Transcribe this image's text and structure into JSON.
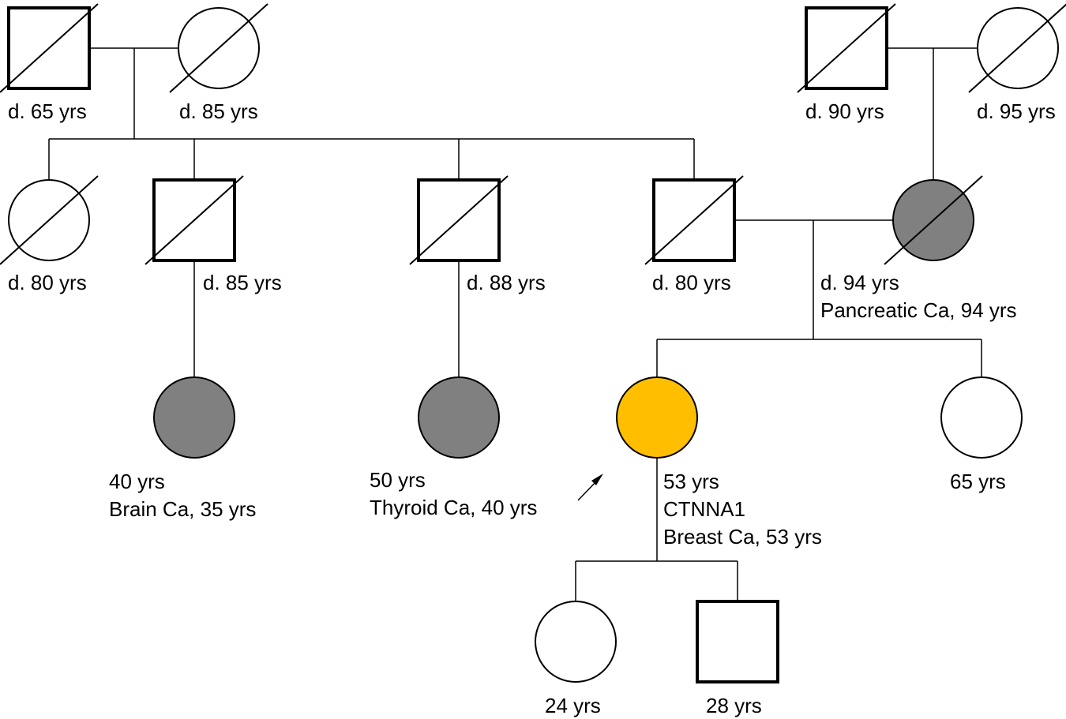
{
  "colors": {
    "unaffected": "#ffffff",
    "affected": "#808080",
    "proband": "#ffbf00",
    "stroke": "#000000"
  },
  "individuals": {
    "pgf": {
      "sex": "male",
      "deceased": true,
      "status": "unaffected",
      "labels": [
        "d. 65 yrs"
      ]
    },
    "pgm": {
      "sex": "female",
      "deceased": true,
      "status": "unaffected",
      "labels": [
        "d. 85 yrs"
      ]
    },
    "mgf": {
      "sex": "male",
      "deceased": true,
      "status": "unaffected",
      "labels": [
        "d. 90 yrs"
      ]
    },
    "mgm": {
      "sex": "female",
      "deceased": true,
      "status": "unaffected",
      "labels": [
        "d. 95 yrs"
      ]
    },
    "aunt": {
      "sex": "female",
      "deceased": true,
      "status": "unaffected",
      "labels": [
        "d. 80 yrs"
      ]
    },
    "uncle1": {
      "sex": "male",
      "deceased": true,
      "status": "unaffected",
      "labels": [
        "d. 85 yrs"
      ]
    },
    "uncle2": {
      "sex": "male",
      "deceased": true,
      "status": "unaffected",
      "labels": [
        "d. 88 yrs"
      ]
    },
    "father": {
      "sex": "male",
      "deceased": true,
      "status": "unaffected",
      "labels": [
        "d. 80 yrs"
      ]
    },
    "mother": {
      "sex": "female",
      "deceased": true,
      "status": "affected",
      "labels": [
        "d. 94 yrs",
        "Pancreatic Ca, 94 yrs"
      ]
    },
    "cousin1": {
      "sex": "female",
      "deceased": false,
      "status": "affected",
      "labels": [
        "40 yrs",
        "Brain Ca, 35 yrs"
      ]
    },
    "cousin2": {
      "sex": "female",
      "deceased": false,
      "status": "affected",
      "labels": [
        "50 yrs",
        "Thyroid Ca, 40 yrs"
      ]
    },
    "proband": {
      "sex": "female",
      "deceased": false,
      "status": "proband",
      "labels": [
        "53 yrs",
        "CTNNA1",
        "Breast Ca, 53 yrs"
      ]
    },
    "sister": {
      "sex": "female",
      "deceased": false,
      "status": "unaffected",
      "labels": [
        "65 yrs"
      ]
    },
    "daughter": {
      "sex": "female",
      "deceased": false,
      "status": "unaffected",
      "labels": [
        "24 yrs"
      ]
    },
    "son": {
      "sex": "male",
      "deceased": false,
      "status": "unaffected",
      "labels": [
        "28 yrs"
      ]
    }
  }
}
